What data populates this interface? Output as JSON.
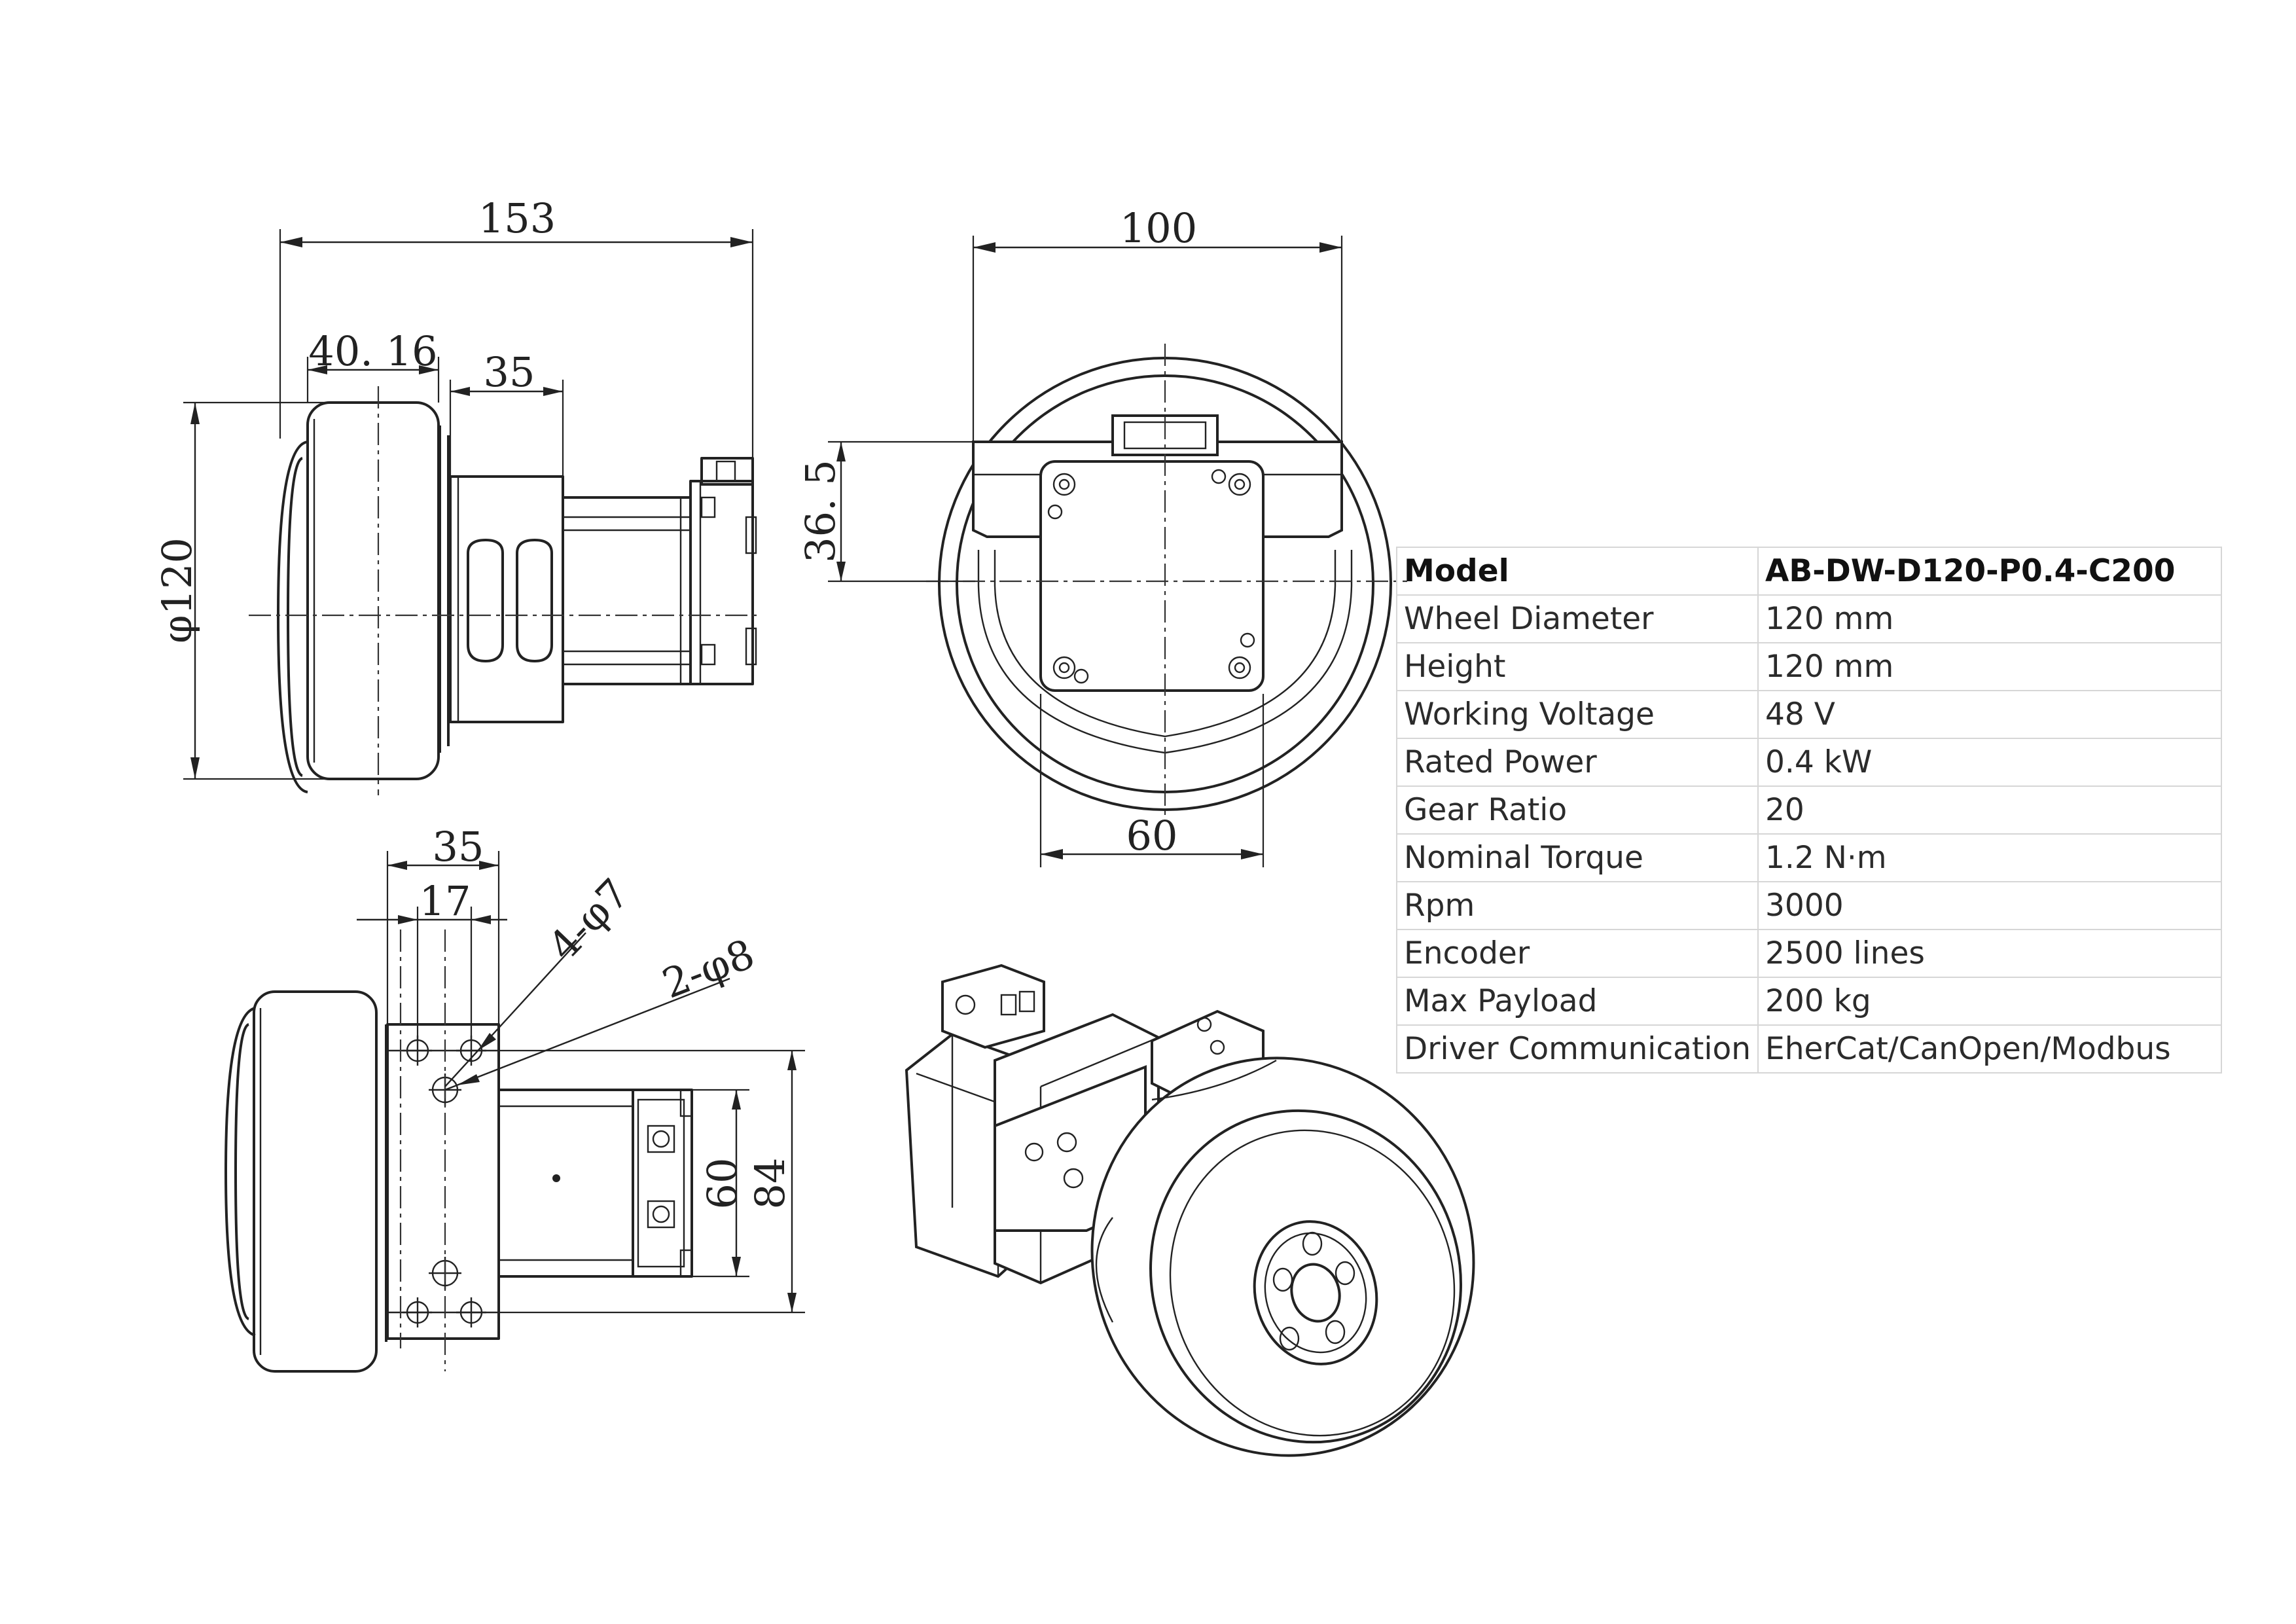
{
  "dimensions": {
    "side_overall_length": "153",
    "side_wheel_width": "40. 16",
    "side_bracket_width": "35",
    "side_wheel_diameter": "φ120",
    "front_width": "100",
    "front_center_height": "36. 5",
    "front_motor_width": "60",
    "top_bracket_width": "35",
    "top_hole_spacing": "17",
    "top_small_holes": "4-φ7",
    "top_large_holes": "2-φ8",
    "top_motor_height": "60",
    "top_bracket_height": "84"
  },
  "specs": {
    "header": {
      "label": "Model",
      "value": "AB-DW-D120-P0.4-C200"
    },
    "rows": [
      {
        "label": "Wheel Diameter",
        "value": "120 mm"
      },
      {
        "label": "Height",
        "value": "120 mm"
      },
      {
        "label": "Working Voltage",
        "value": "48 V"
      },
      {
        "label": "Rated Power",
        "value": "0.4 kW"
      },
      {
        "label": "Gear Ratio",
        "value": "20"
      },
      {
        "label": "Nominal Torque",
        "value": "1.2 N·m"
      },
      {
        "label": "Rpm",
        "value": "3000"
      },
      {
        "label": "Encoder",
        "value": "2500 lines"
      },
      {
        "label": "Max Payload",
        "value": "200 kg"
      },
      {
        "label": "Driver Communication",
        "value": "EherCat/CanOpen/Modbus"
      }
    ]
  }
}
